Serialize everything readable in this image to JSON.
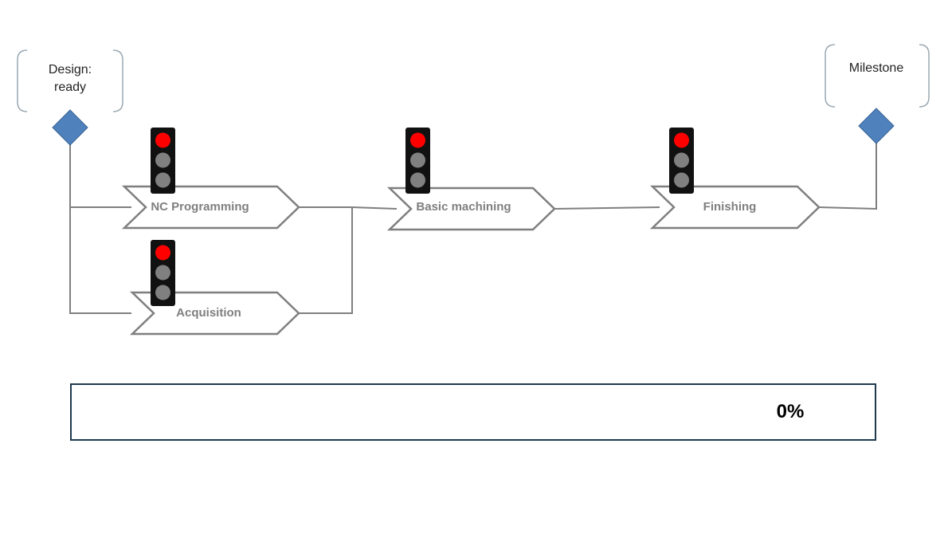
{
  "milestones": {
    "start": {
      "label_line1": "Design:",
      "label_line2": "ready"
    },
    "end": {
      "label": "Milestone"
    }
  },
  "tasks": {
    "nc_programming": {
      "label": "NC Programming",
      "status_light": "red"
    },
    "acquisition": {
      "label": "Acquisition",
      "status_light": "red"
    },
    "basic_machining": {
      "label": "Basic machining",
      "status_light": "red"
    },
    "finishing": {
      "label": "Finishing",
      "status_light": "red"
    }
  },
  "progress": {
    "value_percent": 0,
    "label": "0%"
  },
  "colors": {
    "diamond": "#4f81bd",
    "light_on": "#ff0000",
    "light_off": "#808080",
    "outline": "#7f7f7f",
    "progress_border": "#1f3a4d"
  }
}
